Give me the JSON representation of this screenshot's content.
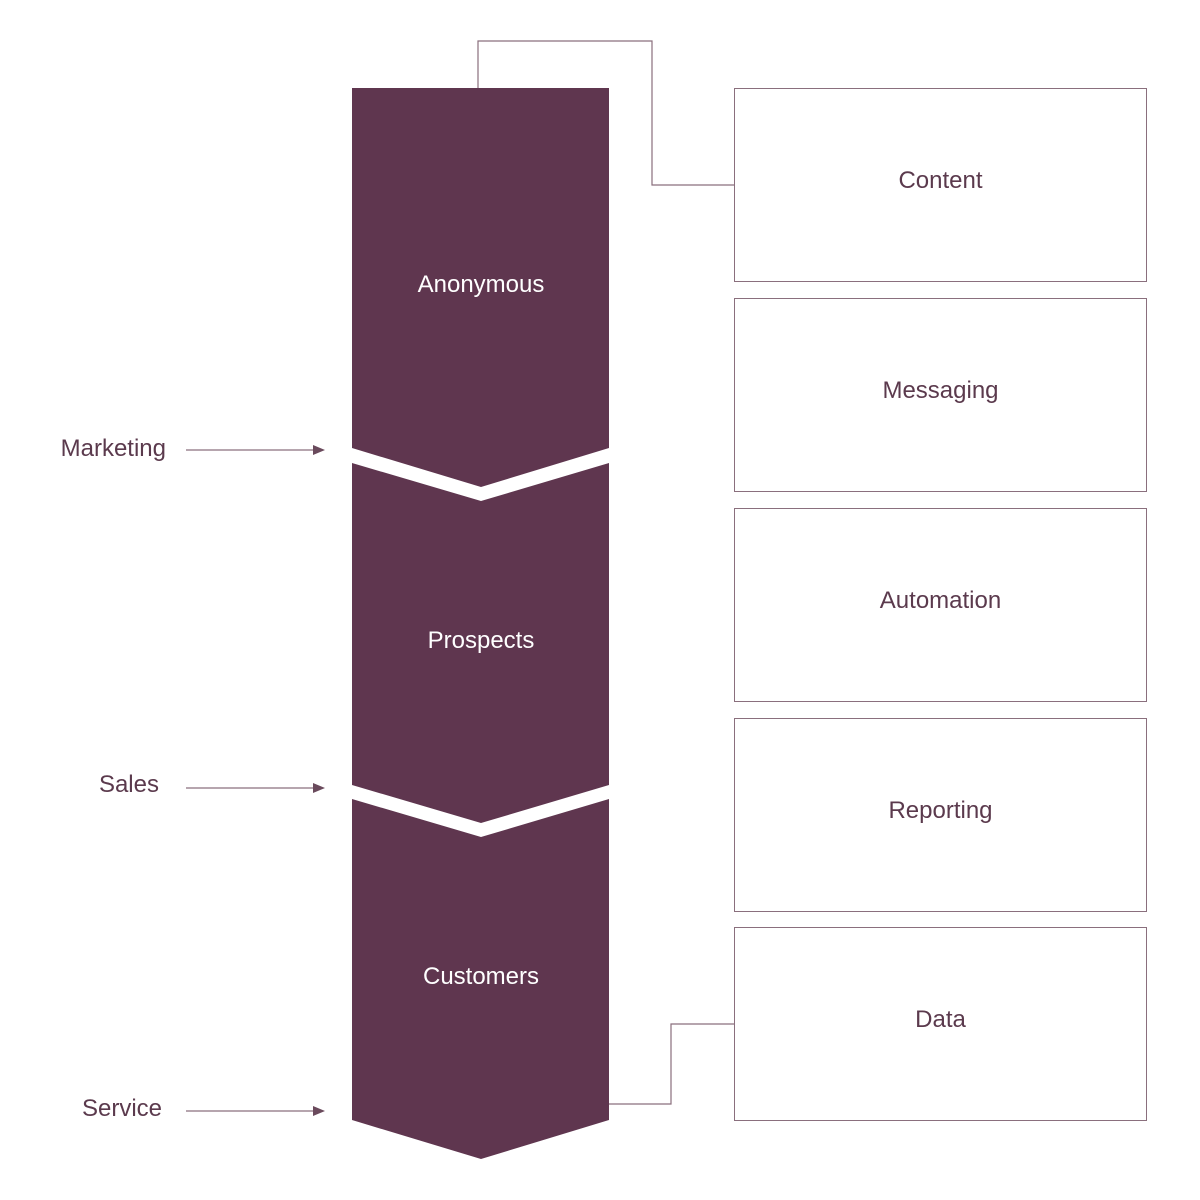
{
  "colors": {
    "stage_fill": "#5f364f",
    "line": "#8a6f7d",
    "text": "#5b3a4d"
  },
  "stages": [
    {
      "label": "Anonymous"
    },
    {
      "label": "Prospects"
    },
    {
      "label": "Customers"
    }
  ],
  "side_labels": [
    {
      "label": "Marketing"
    },
    {
      "label": "Sales"
    },
    {
      "label": "Service"
    }
  ],
  "tools": [
    {
      "label": "Content"
    },
    {
      "label": "Messaging"
    },
    {
      "label": "Automation"
    },
    {
      "label": "Reporting"
    },
    {
      "label": "Data"
    }
  ]
}
